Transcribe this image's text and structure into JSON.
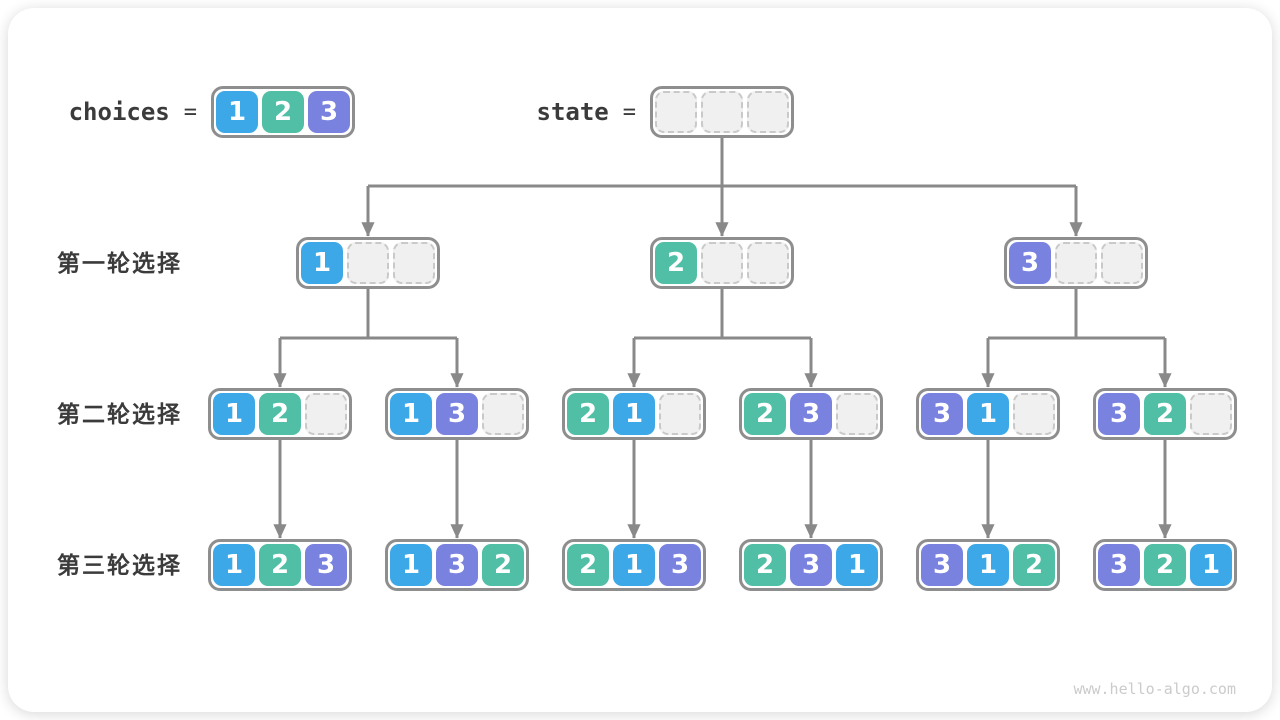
{
  "meta": {
    "watermark": "www.hello-algo.com"
  },
  "palette": {
    "value1": "#3DA8E8",
    "value2": "#50BFA6",
    "value3": "#7A82E0",
    "container_border": "#8E8E8E",
    "empty_cell_fill": "#F0F0F0",
    "empty_cell_border": "#C9C9C9",
    "connector": "#898989",
    "text": "#3B3B3B",
    "watermark": "#CBCBCB"
  },
  "header": {
    "choices": {
      "label": "choices",
      "equals": "=",
      "values": [
        1,
        2,
        3
      ]
    },
    "state": {
      "label": "state",
      "equals": "=",
      "values": [
        null,
        null,
        null
      ]
    }
  },
  "tree": {
    "rows": [
      {
        "label": "第一轮选择",
        "boxes": [
          [
            1,
            null,
            null
          ],
          [
            2,
            null,
            null
          ],
          [
            3,
            null,
            null
          ]
        ]
      },
      {
        "label": "第二轮选择",
        "boxes": [
          [
            1,
            2,
            null
          ],
          [
            1,
            3,
            null
          ],
          [
            2,
            1,
            null
          ],
          [
            2,
            3,
            null
          ],
          [
            3,
            1,
            null
          ],
          [
            3,
            2,
            null
          ]
        ]
      },
      {
        "label": "第三轮选择",
        "boxes": [
          [
            1,
            2,
            3
          ],
          [
            1,
            3,
            2
          ],
          [
            2,
            1,
            3
          ],
          [
            2,
            3,
            1
          ],
          [
            3,
            1,
            2
          ],
          [
            3,
            2,
            1
          ]
        ]
      }
    ]
  }
}
